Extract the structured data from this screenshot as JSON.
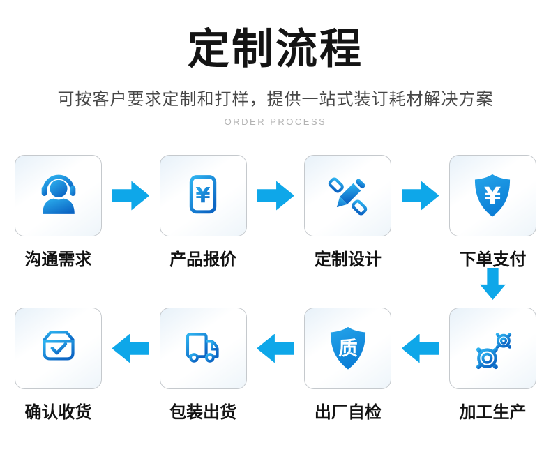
{
  "header": {
    "title": "定制流程",
    "subtitle": "可按客户要求定制和打样，提供一站式装订耗材解决方案",
    "tagline": "ORDER PROCESS"
  },
  "steps": [
    {
      "label": "沟通需求",
      "icon": "headset-agent-icon"
    },
    {
      "label": "产品报价",
      "icon": "yuan-price-card-icon",
      "icon_glyph": "¥"
    },
    {
      "label": "定制设计",
      "icon": "pencil-ruler-icon"
    },
    {
      "label": "下单支付",
      "icon": "shield-yuan-icon",
      "icon_glyph": "¥"
    },
    {
      "label": "加工生产",
      "icon": "gears-icon"
    },
    {
      "label": "出厂自检",
      "icon": "shield-quality-icon",
      "icon_glyph": "质"
    },
    {
      "label": "包装出货",
      "icon": "truck-icon"
    },
    {
      "label": "确认收货",
      "icon": "box-check-icon"
    }
  ],
  "colors": {
    "arrow": "#0ea7e9",
    "icon_gradient_light": "#2eb3f0",
    "icon_gradient_dark": "#0c66c4",
    "shield_gradient_light": "#25a5ea",
    "shield_gradient_dark": "#0b7ed6",
    "title_text": "#141414",
    "subtitle_text": "#474747",
    "tagline_text": "#b3b3b3"
  }
}
